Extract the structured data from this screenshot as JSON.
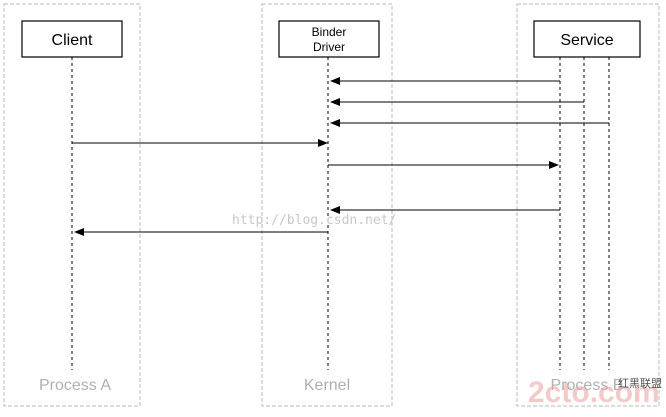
{
  "lanes": [
    {
      "id": "process-a",
      "label": "Process A"
    },
    {
      "id": "kernel",
      "label": "Kernel"
    },
    {
      "id": "process-b",
      "label": "Process B"
    }
  ],
  "participants": {
    "client": "Client",
    "binder_line1": "Binder",
    "binder_line2": "Driver",
    "service": "Service"
  },
  "watermark": {
    "url": "http://blog.csdn.net/",
    "logo": "2cto.com",
    "logo_sub": "红黑联盟"
  },
  "colors": {
    "lane_border": "#b8b8b8",
    "lane_label": "#b0b0b0",
    "line": "#000000"
  }
}
